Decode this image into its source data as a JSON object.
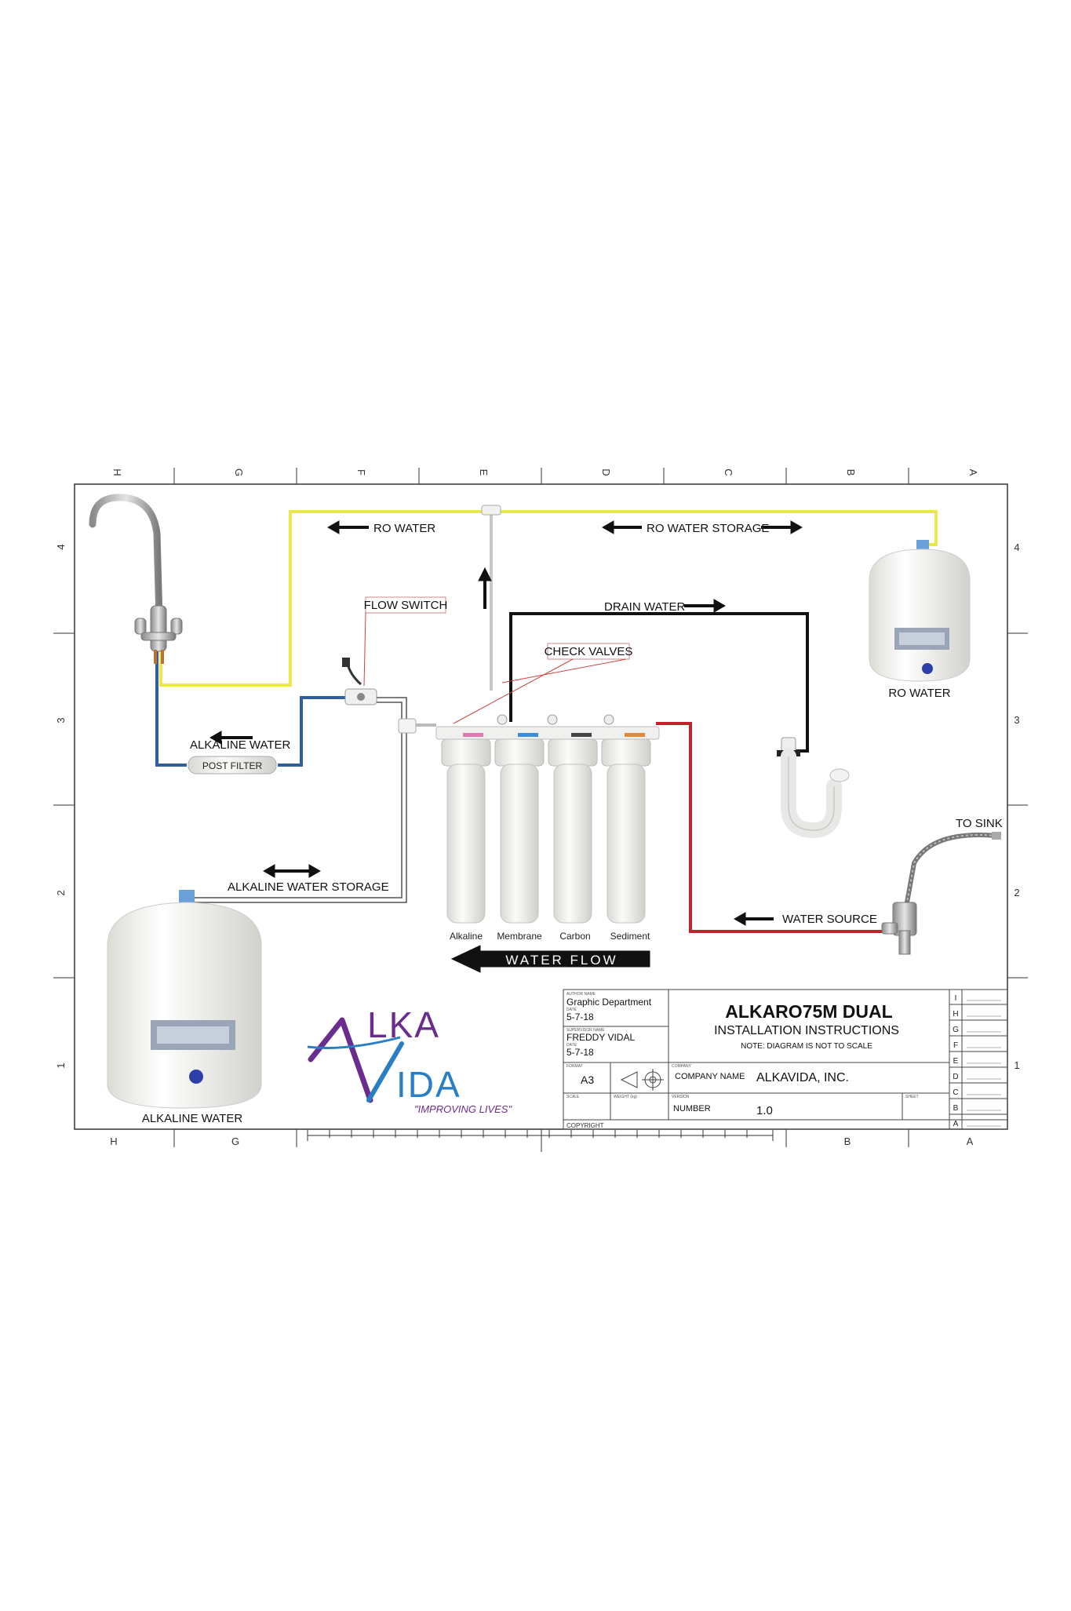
{
  "grid": {
    "columns_top": [
      "H",
      "G",
      "F",
      "E",
      "D",
      "C",
      "B",
      "A"
    ],
    "columns_bottom": [
      "H",
      "G",
      "",
      "",
      "",
      "",
      "B",
      "A"
    ],
    "rows_left": [
      "4",
      "3",
      "2",
      "1"
    ],
    "rows_right": [
      "4",
      "3",
      "2",
      "1"
    ]
  },
  "labels": {
    "ro_water": "RO WATER",
    "ro_water_storage": "RO WATER STORAGE",
    "drain_water": "DRAIN WATER",
    "flow_switch": "FLOW SWITCH",
    "check_valves": "CHECK VALVES",
    "ro_water_tank": "RO WATER",
    "alkaline_water": "ALKALINE WATER",
    "post_filter": "POST FILTER",
    "to_sink": "TO SINK",
    "alkaline_water_storage": "ALKALINE WATER STORAGE",
    "water_source": "WATER SOURCE",
    "alkaline_tank": "ALKALINE WATER",
    "water_flow": "WATER FLOW"
  },
  "filters": [
    "Alkaline",
    "Membrane",
    "Carbon",
    "Sediment"
  ],
  "colors": {
    "ro_line": "#e8e84a",
    "alkaline_line": "#2f5fa0",
    "drain_line": "#111111",
    "source_line": "#c0232a",
    "logo_purple": "#6a2c8f",
    "logo_blue": "#2a7fc4"
  },
  "logo": {
    "line1": "LKA",
    "line2": "IDA",
    "tagline": "\"IMPROVING LIVES\""
  },
  "title_block": {
    "author_caption": "AUTHOR NAME",
    "author": "Graphic Department",
    "date_caption": "DATE",
    "date1": "5-7-18",
    "supervisor_caption": "SUPERVISOR NAME",
    "supervisor": "FREDDY VIDAL",
    "date2": "5-7-18",
    "format_caption": "FORMAT",
    "format": "A3",
    "scale_caption": "SCALE",
    "weight_caption": "WEIGHT (kg)",
    "copyright": "COPYRIGHT",
    "title": "ALKARO75M DUAL",
    "subtitle": "INSTALLATION INSTRUCTIONS",
    "note": "NOTE: DIAGRAM IS NOT TO SCALE",
    "company_caption": "COMPANY",
    "company_label": "COMPANY NAME",
    "company": "ALKAVIDA, INC.",
    "version_caption": "VERSION",
    "number_label": "NUMBER",
    "number": "1.0",
    "sheet_caption": "SHEET",
    "revisions": [
      "I",
      "H",
      "G",
      "F",
      "E",
      "D",
      "C",
      "B",
      "A"
    ]
  }
}
